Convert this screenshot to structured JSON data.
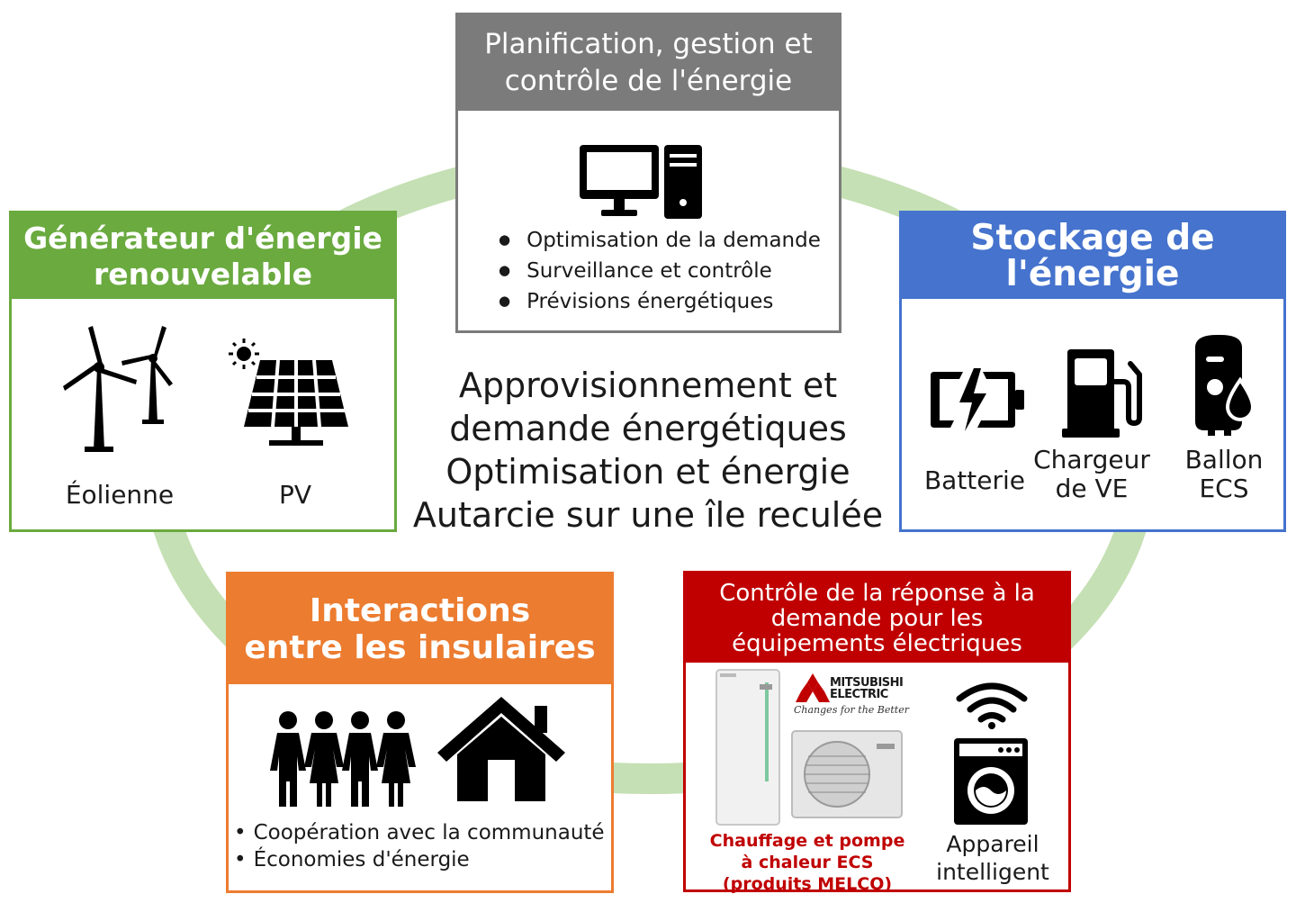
{
  "colors": {
    "ring": "#c5e0b4",
    "gray": "#7b7b7b",
    "green": "#6aaa3f",
    "blue": "#4573cd",
    "orange": "#ec7c30",
    "red": "#c00000"
  },
  "center": {
    "lines": [
      "Approvisionnement et",
      "demande énergétiques",
      "Optimisation et énergie",
      "Autarcie sur une île reculée"
    ]
  },
  "planning": {
    "title_lines": [
      "Planification, gestion et",
      "contrôle de l'énergie"
    ],
    "icon": "computer-icon",
    "bullets": [
      "Optimisation de la demande",
      "Surveillance et contrôle",
      "Prévisions énergétiques"
    ]
  },
  "generator": {
    "title_lines": [
      "Générateur d'énergie",
      "renouvelable"
    ],
    "items": [
      {
        "icon": "wind-turbine-icon",
        "label": "Éolienne"
      },
      {
        "icon": "solar-panel-icon",
        "label": "PV"
      }
    ]
  },
  "storage": {
    "title_lines": [
      "Stockage de",
      "l'énergie"
    ],
    "items": [
      {
        "icon": "battery-icon",
        "label_lines": [
          "Batterie"
        ]
      },
      {
        "icon": "ev-charger-icon",
        "label_lines": [
          "Chargeur",
          "de VE"
        ]
      },
      {
        "icon": "water-heater-icon",
        "label_lines": [
          "Ballon",
          "ECS"
        ]
      }
    ]
  },
  "interactions": {
    "title_lines": [
      "Interactions",
      "entre les insulaires"
    ],
    "icons": [
      "people-icon",
      "house-icon"
    ],
    "bullets": [
      "Coopération avec la communauté",
      "Économies d'énergie"
    ]
  },
  "control": {
    "title_lines": [
      "Contrôle de la réponse à la",
      "demande pour les",
      "équipements électriques"
    ],
    "logo": {
      "brand_lines": [
        "MITSUBISHI",
        "ELECTRIC"
      ],
      "slogan": "Changes for the Better"
    },
    "product_caption_lines": [
      "Chauffage et pompe",
      "à chaleur ECS",
      "(produits MELCO)"
    ],
    "smart_label_lines": [
      "Appareil",
      "intelligent"
    ],
    "icons": [
      "heat-pump-icon",
      "wifi-icon",
      "washing-machine-icon"
    ]
  }
}
